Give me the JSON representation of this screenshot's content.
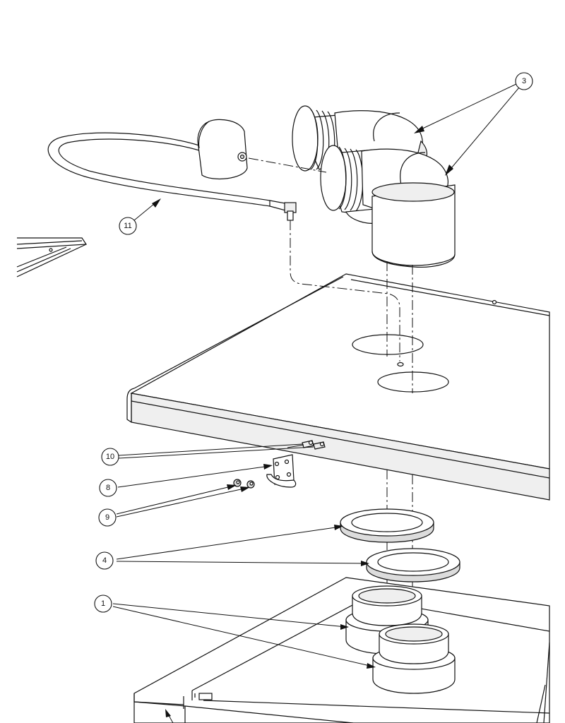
{
  "balloons": [
    {
      "label": "3"
    },
    {
      "label": "11"
    },
    {
      "label": "10"
    },
    {
      "label": "8"
    },
    {
      "label": "9"
    },
    {
      "label": "4"
    },
    {
      "label": "1"
    }
  ]
}
